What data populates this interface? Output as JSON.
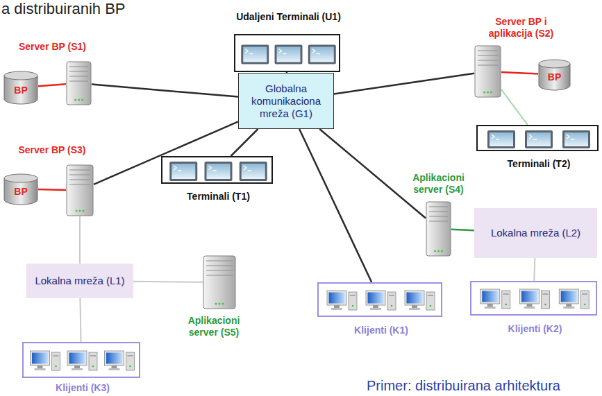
{
  "diagram": {
    "title": "a distribuiranih BP",
    "caption": "Primer: distribuirana arhitektura",
    "nodes": [
      {
        "text": [
          "Globalna komunikaciona mreža (G1)"
        ]
      },
      {
        "text": [
          "Udaljeni Terminali (U1)"
        ]
      },
      {
        "text": [
          "Server BP (S1)"
        ]
      },
      {
        "text": [
          "BP"
        ]
      },
      {
        "text": [
          "Server BP i aplikacija (S2)"
        ]
      },
      {
        "text": [
          "BP"
        ]
      },
      {
        "text": [
          "Terminali (T2)"
        ]
      },
      {
        "text": [
          "Server BP (S3)"
        ]
      },
      {
        "text": [
          "BP"
        ]
      },
      {
        "text": [
          "Terminali (T1)"
        ]
      },
      {
        "text": [
          "Aplikacioni server (S4)"
        ]
      },
      {
        "text": [
          "Lokalna mreža (L2)"
        ]
      },
      {
        "text": [
          "Klijenti (K1)"
        ]
      },
      {
        "text": [
          "Klijenti (K2)"
        ]
      },
      {
        "text": [
          "Lokalna mreža (L1)"
        ]
      },
      {
        "text": [
          "Aplikacioni server (S5)"
        ]
      },
      {
        "text": [
          "Klijenti (K3)"
        ]
      }
    ],
    "edges": [
      {
        "from": 0,
        "to": 1,
        "arrow": "none"
      },
      {
        "from": 0,
        "to": 2,
        "arrow": "none"
      },
      {
        "from": 2,
        "to": 3,
        "arrow": "none"
      },
      {
        "from": 0,
        "to": 4,
        "arrow": "none"
      },
      {
        "from": 4,
        "to": 5,
        "arrow": "none"
      },
      {
        "from": 4,
        "to": 6,
        "arrow": "none"
      },
      {
        "from": 0,
        "to": 7,
        "arrow": "none"
      },
      {
        "from": 7,
        "to": 8,
        "arrow": "none"
      },
      {
        "from": 0,
        "to": 9,
        "arrow": "none"
      },
      {
        "from": 0,
        "to": 10,
        "arrow": "none"
      },
      {
        "from": 10,
        "to": 11,
        "arrow": "none"
      },
      {
        "from": 0,
        "to": 12,
        "arrow": "none"
      },
      {
        "from": 11,
        "to": 13,
        "arrow": "none"
      },
      {
        "from": 7,
        "to": 14,
        "arrow": "none"
      },
      {
        "from": 14,
        "to": 15,
        "arrow": "none"
      },
      {
        "from": 14,
        "to": 16,
        "arrow": "none"
      }
    ]
  }
}
